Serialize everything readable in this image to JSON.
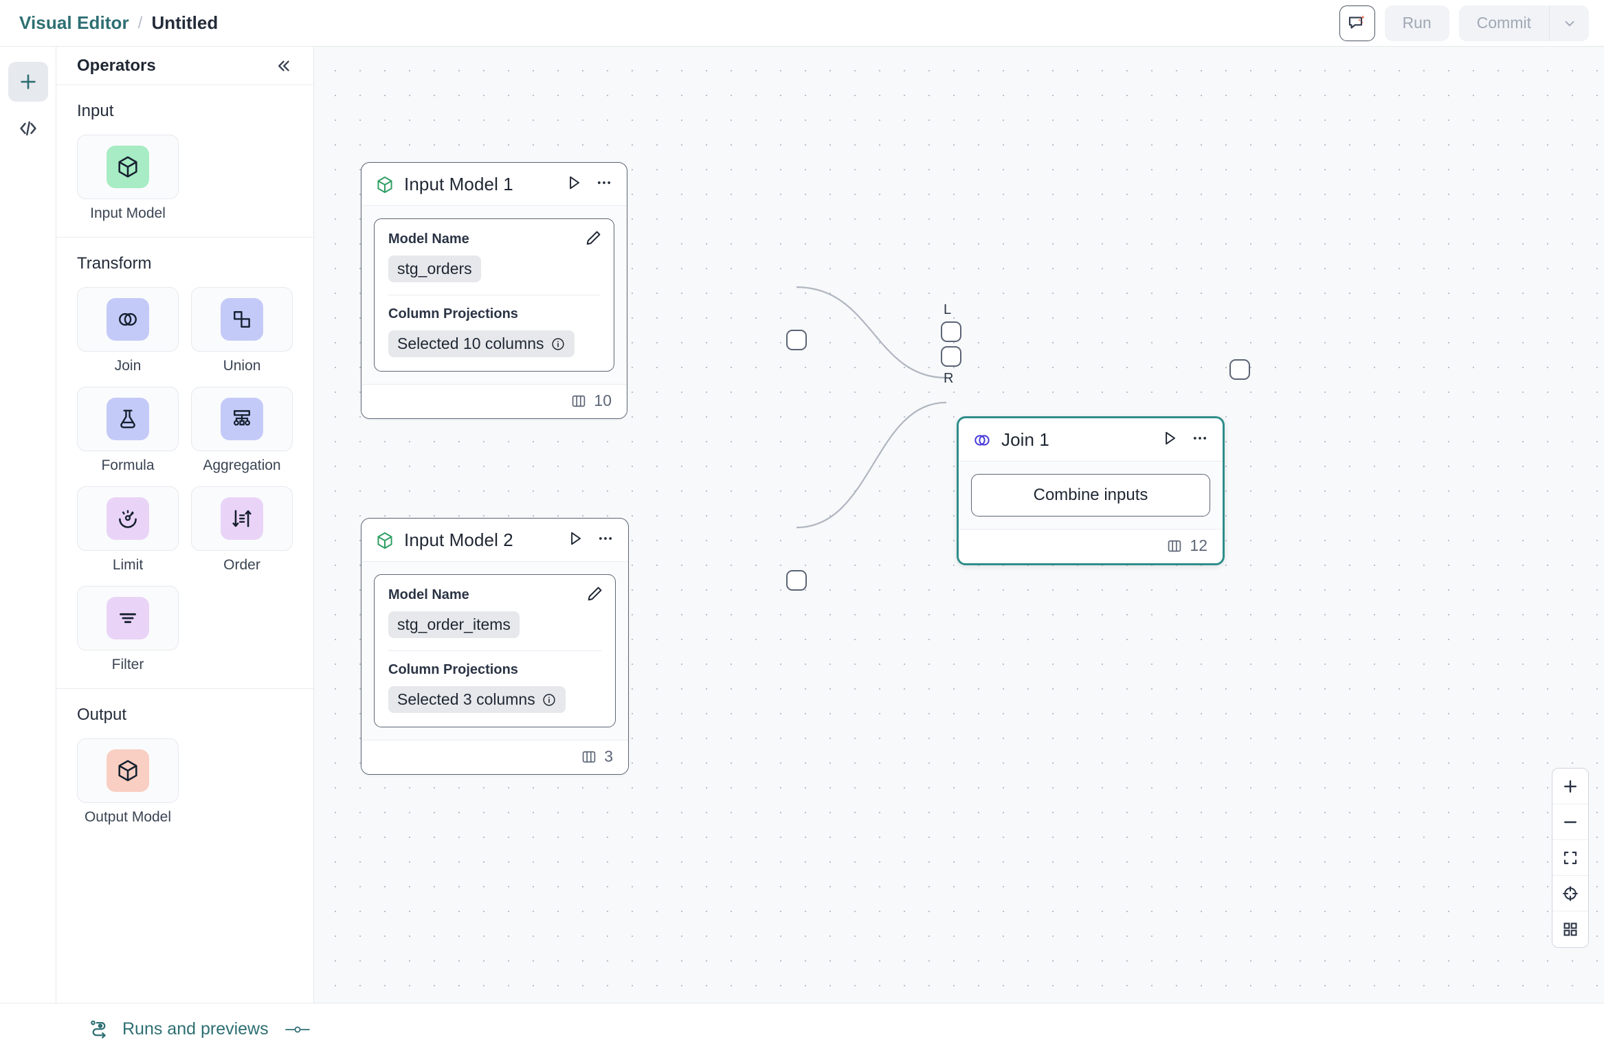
{
  "header": {
    "breadcrumb_root": "Visual Editor",
    "breadcrumb_sep": "/",
    "breadcrumb_current": "Untitled",
    "ai_icon": "ai-chat-sparkle-icon",
    "run_label": "Run",
    "commit_label": "Commit",
    "commit_caret_icon": "chevron-down-icon"
  },
  "rail": {
    "items": [
      {
        "icon": "plus-icon",
        "active": true
      },
      {
        "icon": "code-brackets-icon",
        "active": false
      }
    ]
  },
  "panel": {
    "title": "Operators",
    "collapse_icon": "chevrons-left-icon",
    "sections": [
      {
        "title": "Input",
        "items": [
          {
            "label": "Input Model",
            "icon": "cube-icon",
            "color": "#a7ecc4"
          }
        ]
      },
      {
        "title": "Transform",
        "items": [
          {
            "label": "Join",
            "icon": "join-circles-icon",
            "color": "#c4caf8"
          },
          {
            "label": "Union",
            "icon": "union-shapes-icon",
            "color": "#c4caf8"
          },
          {
            "label": "Formula",
            "icon": "flask-icon",
            "color": "#c4caf8"
          },
          {
            "label": "Aggregation",
            "icon": "aggregation-tree-icon",
            "color": "#c4caf8"
          },
          {
            "label": "Limit",
            "icon": "gauge-icon",
            "color": "#e9d4f7"
          },
          {
            "label": "Order",
            "icon": "sort-arrows-icon",
            "color": "#e9d4f7"
          },
          {
            "label": "Filter",
            "icon": "filter-lines-icon",
            "color": "#e9d4f7"
          }
        ]
      },
      {
        "title": "Output",
        "items": [
          {
            "label": "Output Model",
            "icon": "cube-icon",
            "color": "#f9cfc3"
          }
        ]
      }
    ]
  },
  "canvas": {
    "nodes": [
      {
        "id": "input-model-1",
        "type": "input-model",
        "title": "Input Model 1",
        "icon": "cube-icon",
        "run_icon": "play-icon",
        "menu_icon": "more-horizontal-icon",
        "edit_icon": "pencil-icon",
        "fields": [
          {
            "label": "Model Name",
            "value": "stg_orders"
          },
          {
            "label": "Column Projections",
            "value": "Selected 10 columns",
            "info_icon": "info-icon"
          }
        ],
        "footer_icon": "columns-icon",
        "footer_count": "10",
        "selected": false
      },
      {
        "id": "input-model-2",
        "type": "input-model",
        "title": "Input Model 2",
        "icon": "cube-icon",
        "run_icon": "play-icon",
        "menu_icon": "more-horizontal-icon",
        "edit_icon": "pencil-icon",
        "fields": [
          {
            "label": "Model Name",
            "value": "stg_order_items"
          },
          {
            "label": "Column Projections",
            "value": "Selected 3 columns",
            "info_icon": "info-icon"
          }
        ],
        "footer_icon": "columns-icon",
        "footer_count": "3",
        "selected": false
      },
      {
        "id": "join-1",
        "type": "join",
        "title": "Join 1",
        "icon": "join-circles-icon",
        "run_icon": "play-icon",
        "menu_icon": "more-horizontal-icon",
        "action_label": "Combine inputs",
        "footer_icon": "columns-icon",
        "footer_count": "12",
        "selected": true,
        "input_ports": [
          {
            "label": "L"
          },
          {
            "label": "R"
          }
        ]
      }
    ],
    "zoom_controls": [
      {
        "icon": "zoom-in-icon"
      },
      {
        "icon": "zoom-out-icon"
      },
      {
        "icon": "fit-screen-icon"
      },
      {
        "icon": "recenter-target-icon"
      },
      {
        "icon": "grid-toggle-icon"
      }
    ]
  },
  "footer": {
    "runs_icon": "runs-flow-icon",
    "runs_label": "Runs and previews",
    "resize_handle_icon": "drag-handle-icon"
  },
  "colors": {
    "brand_teal": "#2e6f73",
    "selected_border": "#2f8d8a",
    "node_border": "#5b6475",
    "canvas_bg": "#f7f9fa",
    "join_icon": "#4436d6",
    "cube_icon_green": "#2f9e63"
  }
}
